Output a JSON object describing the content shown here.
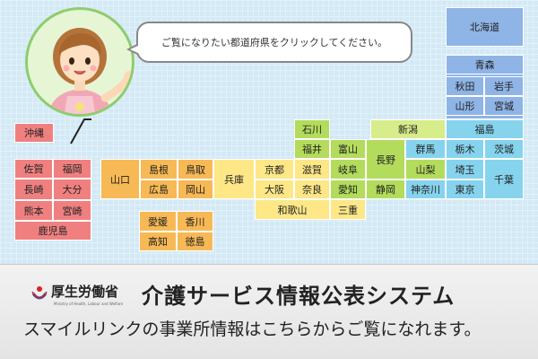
{
  "bubble": {
    "text": "ご覧になりたい都道府県をクリックしてください。"
  },
  "prefectures": {
    "hokkaido": "北海道",
    "aomori": "青森",
    "akita": "秋田",
    "iwate": "岩手",
    "yamagata": "山形",
    "miyagi": "宮城",
    "fukushima": "福島",
    "niigata": "新潟",
    "tochigi": "栃木",
    "ibaraki": "茨城",
    "gunma": "群馬",
    "saitama": "埼玉",
    "chiba": "千葉",
    "tokyo": "東京",
    "kanagawa": "神奈川",
    "yamanashi": "山梨",
    "nagano": "長野",
    "shizuoka": "静岡",
    "ishikawa": "石川",
    "fukui": "福井",
    "toyama": "富山",
    "shiga": "滋賀",
    "gifu": "岐阜",
    "nara": "奈良",
    "aichi": "愛知",
    "wakayama": "和歌山",
    "mie": "三重",
    "kyoto": "京都",
    "osaka": "大阪",
    "hyogo": "兵庫",
    "shimane": "島根",
    "tottori": "鳥取",
    "hiroshima": "広島",
    "okayama": "岡山",
    "yamaguchi": "山口",
    "ehime": "愛媛",
    "kagawa": "香川",
    "kochi": "高知",
    "tokushima": "徳島",
    "saga": "佐賀",
    "fukuoka": "福岡",
    "nagasaki": "長崎",
    "oita": "大分",
    "kumamoto": "熊本",
    "miyazaki": "宮崎",
    "kagoshima": "鹿児島",
    "okinawa": "沖縄"
  },
  "footer": {
    "ministry": "厚生労働省",
    "ministry_en": "Ministry of Health, Labour and Welfare",
    "title": "介護サービス情報公表システム",
    "subtitle": "スマイルリンクの事業所情報はこちらからご覧になれます。"
  },
  "colors": {
    "kyushu": "#f08080",
    "chugoku": "#f7b955",
    "kinki": "#fde787",
    "chubu": "#b3dc5c",
    "kanto": "#86d3ee",
    "tohoku": "#8fb4e6"
  }
}
